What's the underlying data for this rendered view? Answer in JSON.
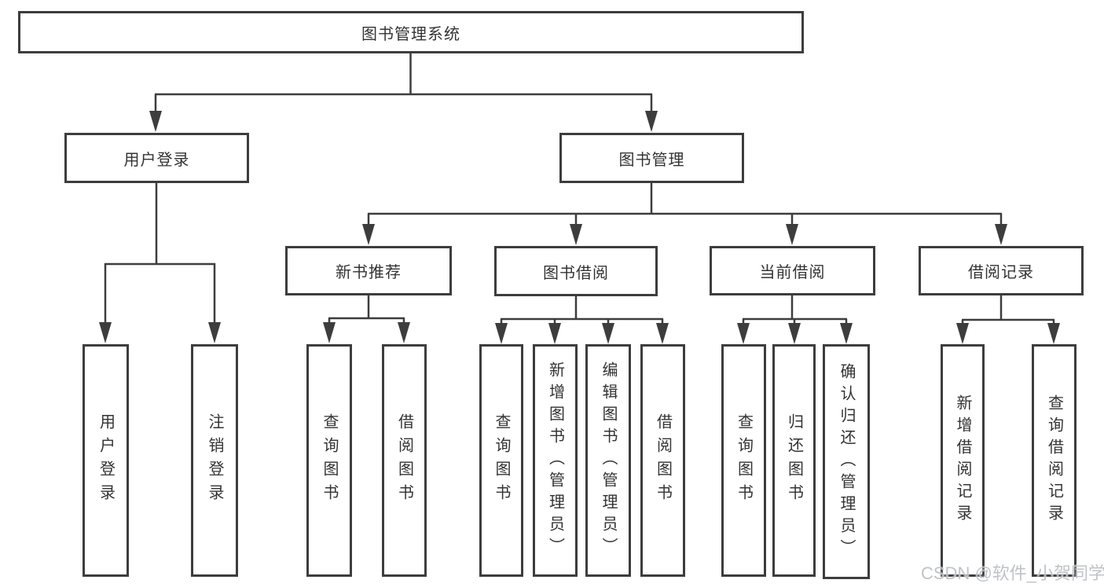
{
  "style": {
    "background": "#ffffff",
    "line_color": "#3d3d3d",
    "box_border_color": "#3d3d3d",
    "text_color": "#333333",
    "watermark_color": "#babec3"
  },
  "diagram": {
    "title": "图书管理系统",
    "level2": [
      {
        "label": "用户登录"
      },
      {
        "label": "图书管理"
      }
    ],
    "level3": [
      {
        "parent": "图书管理",
        "label": "新书推荐"
      },
      {
        "parent": "图书管理",
        "label": "图书借阅"
      },
      {
        "parent": "图书管理",
        "label": "当前借阅"
      },
      {
        "parent": "图书管理",
        "label": "借阅记录"
      }
    ],
    "leaves": [
      {
        "parent": "用户登录",
        "label": "用户登录"
      },
      {
        "parent": "用户登录",
        "label": "注销登录"
      },
      {
        "parent": "新书推荐",
        "label": "查询图书"
      },
      {
        "parent": "新书推荐",
        "label": "借阅图书"
      },
      {
        "parent": "图书借阅",
        "label": "查询图书"
      },
      {
        "parent": "图书借阅",
        "label": "新增图书（管理员）"
      },
      {
        "parent": "图书借阅",
        "label": "编辑图书（管理员）"
      },
      {
        "parent": "图书借阅",
        "label": "借阅图书"
      },
      {
        "parent": "当前借阅",
        "label": "查询图书"
      },
      {
        "parent": "当前借阅",
        "label": "归还图书"
      },
      {
        "parent": "当前借阅",
        "label": "确认归还（管理员）"
      },
      {
        "parent": "借阅记录",
        "label": "新增借阅记录"
      },
      {
        "parent": "借阅记录",
        "label": "查询借阅记录"
      }
    ],
    "watermark": "CSDN @软件_小贺同学"
  }
}
